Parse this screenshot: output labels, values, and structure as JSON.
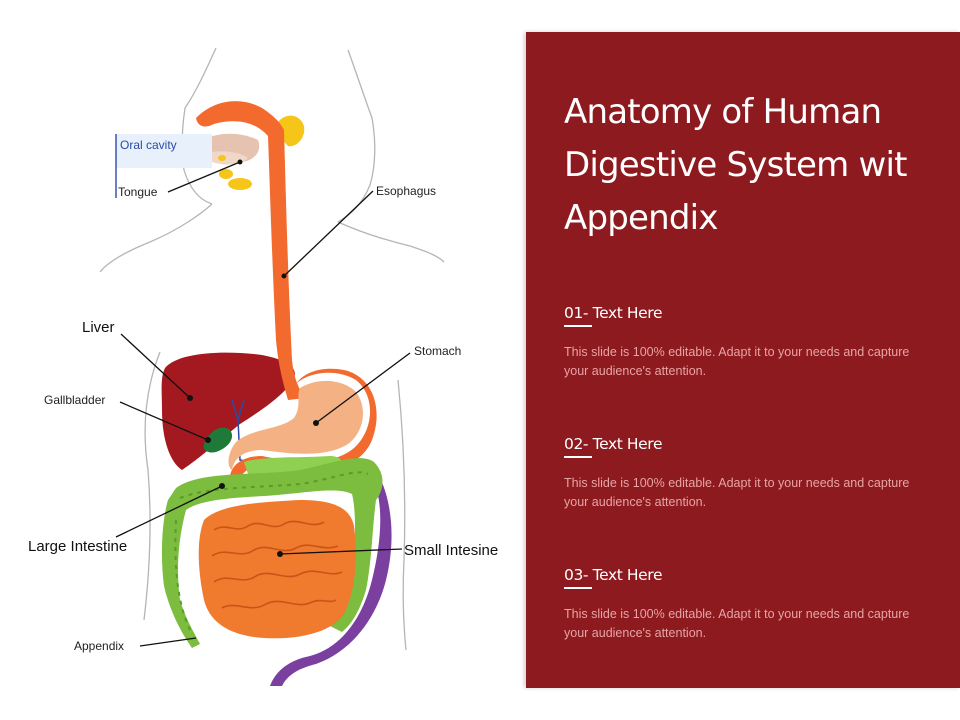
{
  "diagram": {
    "labels": {
      "oral_cavity": "Oral cavity",
      "tongue": "Tongue",
      "esophagus": "Esophagus",
      "liver": "Liver",
      "stomach": "Stomach",
      "gallbladder": "Gallbladder",
      "large_intestine": "Large Intestine",
      "small_intestine": "Small Intesine",
      "appendix": "Appendix"
    },
    "colors": {
      "esophagus": "#f26a2e",
      "liver": "#a3191f",
      "stomach": "#f4b183",
      "gallbladder": "#1f7a3a",
      "large_intestine": "#7cbd3f",
      "small_intestine": "#f07a2e",
      "rectum": "#7b3fa0",
      "salivary": "#f5c518"
    }
  },
  "panel": {
    "title": "Anatomy of Human Digestive System wit Appendix",
    "background": "#8c1a1e",
    "items": [
      {
        "heading": "01- Text Here",
        "body": "This slide is 100% editable. Adapt it to your needs and capture your audience's attention."
      },
      {
        "heading": "02- Text Here",
        "body": "This slide is 100% editable. Adapt it to your needs and capture your audience's attention."
      },
      {
        "heading": "03- Text Here",
        "body": "This slide is 100% editable. Adapt it to your needs and capture your audience's attention."
      }
    ]
  }
}
